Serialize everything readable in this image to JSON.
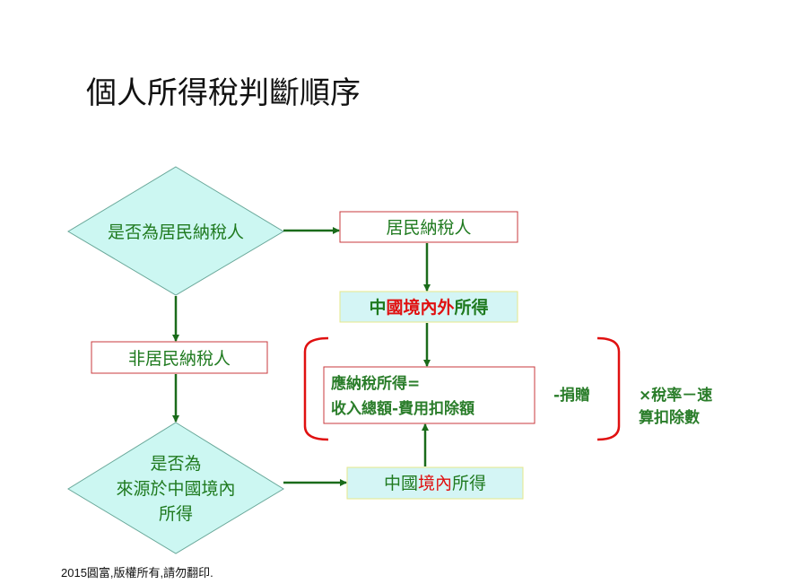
{
  "title": "個人所得稅判斷順序",
  "nodes": {
    "decision_resident": "是否為居民納稅人",
    "resident_taxpayer": "居民納稅人",
    "income_world": {
      "parts": [
        {
          "text": "中",
          "color": "#1f7a1f"
        },
        {
          "text": "國境內外",
          "color": "#e01010"
        },
        {
          "text": "所得",
          "color": "#1f7a1f"
        }
      ]
    },
    "non_resident_taxpayer": "非居民納稅人",
    "decision_source": [
      "是否為",
      "來源於中國境內",
      "所得"
    ],
    "income_domestic": {
      "parts": [
        {
          "text": "中國",
          "color": "#1f7a1f"
        },
        {
          "text": "境內",
          "color": "#e01010"
        },
        {
          "text": "所得",
          "color": "#1f7a1f"
        }
      ]
    },
    "taxable_income": [
      "應納稅所得=",
      "收入總額-費用扣除額"
    ],
    "donation": "-捐贈",
    "tax_rate": [
      "×稅率－速",
      "算扣除數"
    ]
  },
  "footer": "2015圓富,版權所有,請勿翻印.",
  "colors": {
    "arrow": "#1a6b1a",
    "diamond_fill": "#ccf7f2",
    "diamond_stroke": "#6aa89a",
    "box_border_red": "#c8383c",
    "box_fill_cyan": "#d4f5f5",
    "box_border_yellow": "#e6e88a",
    "bracket": "#e01010"
  }
}
